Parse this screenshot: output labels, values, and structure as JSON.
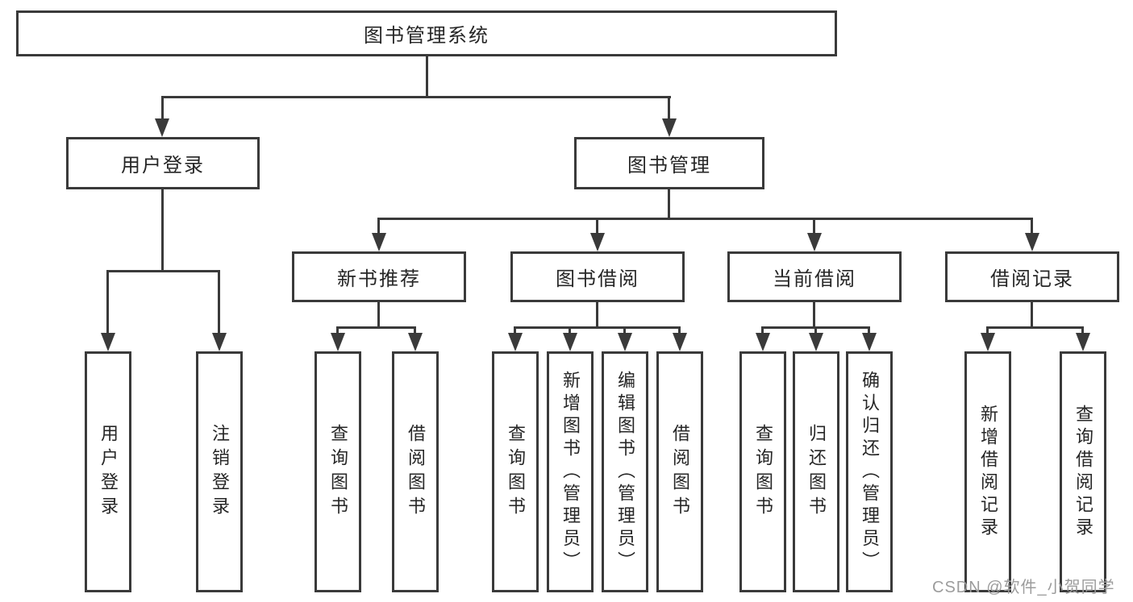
{
  "tree": {
    "root": "图书管理系统",
    "branches": [
      {
        "label": "用户登录",
        "children": [
          "用户登录",
          "注销登录"
        ]
      },
      {
        "label": "图书管理",
        "children": [
          {
            "label": "新书推荐",
            "children": [
              "查询图书",
              "借阅图书"
            ]
          },
          {
            "label": "图书借阅",
            "children": [
              "查询图书",
              "新增图书（管理员）",
              "编辑图书（管理员）",
              "借阅图书"
            ]
          },
          {
            "label": "当前借阅",
            "children": [
              "查询图书",
              "归还图书",
              "确认归还（管理员）"
            ]
          },
          {
            "label": "借阅记录",
            "children": [
              "新增借阅记录",
              "查询借阅记录"
            ]
          }
        ]
      }
    ]
  },
  "watermark": "CSDN @软件_小贺同学",
  "colors": {
    "line": "#3a3a3a",
    "text": "#262626",
    "box_background": "#ffffff",
    "page_background": "#ffffff",
    "watermark": "#9c9c9c"
  }
}
